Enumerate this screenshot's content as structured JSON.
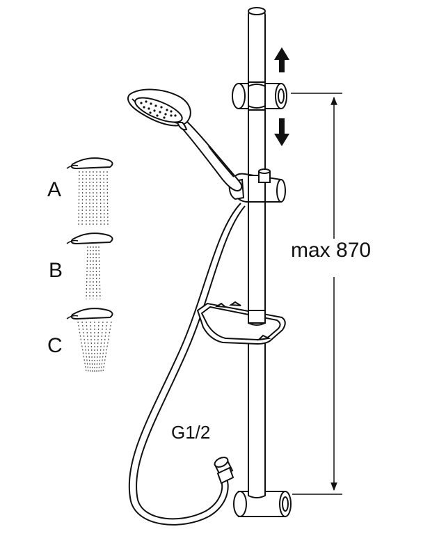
{
  "spray_modes": [
    {
      "label": "A"
    },
    {
      "label": "B"
    },
    {
      "label": "C"
    }
  ],
  "dimension": {
    "text": "max 870"
  },
  "connection": {
    "text": "G1/2"
  },
  "arrows": {
    "up": "arrow-up-icon",
    "down": "arrow-down-icon"
  },
  "colors": {
    "line": "#111111",
    "background": "#ffffff",
    "spray": "#555555"
  }
}
